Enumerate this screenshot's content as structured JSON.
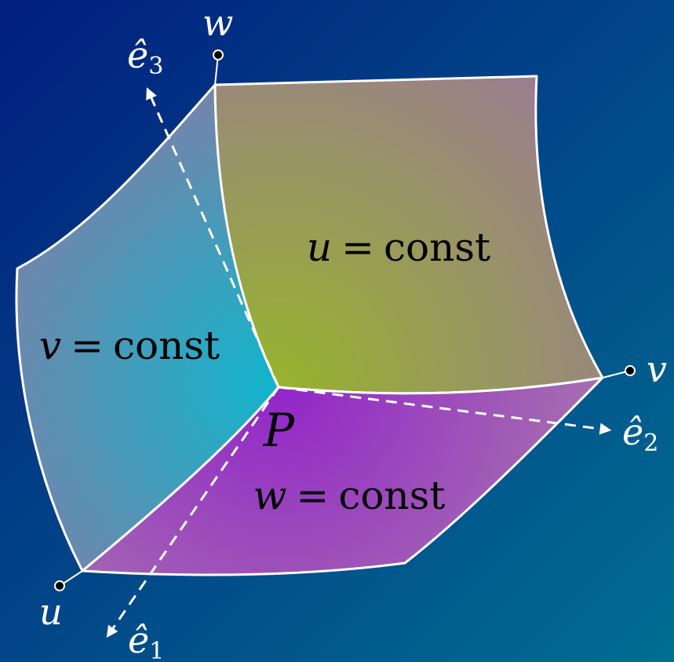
{
  "surfaces": {
    "u": {
      "var": "u",
      "eq": "=",
      "word": "const"
    },
    "v": {
      "var": "v",
      "eq": "=",
      "word": "const"
    },
    "w": {
      "var": "w",
      "eq": "=",
      "word": "const"
    }
  },
  "point": {
    "label": "P"
  },
  "axes": {
    "u": "u",
    "v": "v",
    "w": "w"
  },
  "unit_vectors": {
    "e1": {
      "symbol": "ê",
      "index": "1"
    },
    "e2": {
      "symbol": "ê",
      "index": "2"
    },
    "e3": {
      "symbol": "ê",
      "index": "3"
    }
  },
  "colors": {
    "background_start": "#011e7e",
    "background_end": "#016e92",
    "surface_u": "#97b32d",
    "surface_v": "#10b5cc",
    "surface_w": "#9225c8",
    "edge": "#ffffff",
    "label_text": "#000000",
    "axis_text": "#ffffff"
  }
}
